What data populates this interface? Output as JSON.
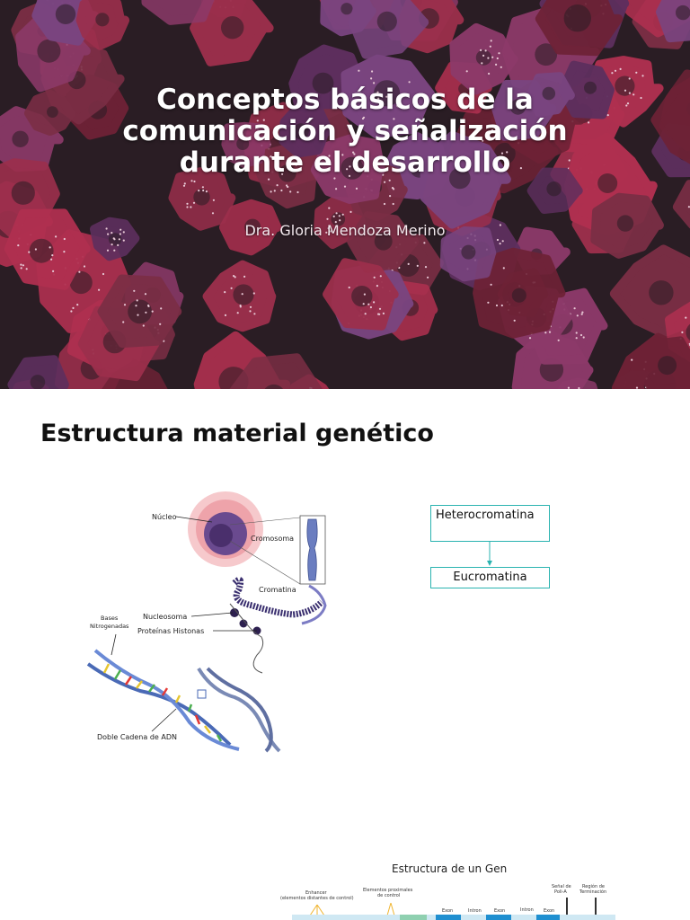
{
  "slide1": {
    "title": "Conceptos básicos de la comunicación y señalización durante el desarrollo",
    "subtitle": "Dra. Gloria Mendoza Merino",
    "palette": [
      "#7b2e45",
      "#9c2f4c",
      "#5e2f5e",
      "#7a4580",
      "#b03050",
      "#6e2236",
      "#8d3a6a"
    ]
  },
  "slide2": {
    "heading": "Estructura material genético",
    "figure_labels": {
      "nucleo": "Núcleo",
      "cromosoma": "Cromosoma",
      "cromatina": "Cromatina",
      "nucleosoma": "Nucleosoma",
      "proteinas": "Proteínas Histonas",
      "bases_1": "Bases",
      "bases_2": "Nitrogenadas",
      "adn": "Doble Cadena de ADN"
    },
    "flow": {
      "top": "Heterocromatina",
      "bottom": "Eucromatina"
    },
    "gene_figure": {
      "title": "Estructura de un Gen",
      "enhancer_1": "Enhancer",
      "enhancer_2": "(elementos distantes de control)",
      "proximal_1": "Elementos proximales",
      "proximal_2": "de control",
      "exon": "Exon",
      "intron": "Intron",
      "polya_1": "Señal de",
      "polya_2": "Poli-A",
      "term_1": "Región de",
      "term_2": "Terminación"
    }
  }
}
